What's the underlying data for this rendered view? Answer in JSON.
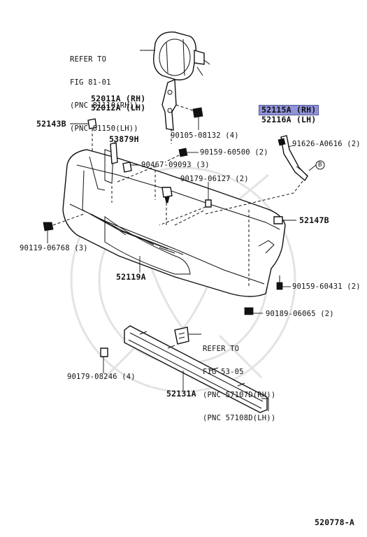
{
  "diagram": {
    "refer_top": [
      "REFER TO",
      "FIG 81-01",
      "(PNC 81110(RH))",
      "(PNC 81150(LH))"
    ],
    "refer_mid": [
      "REFER TO",
      "FIG 53-05",
      "(PNC 57107D(RH))",
      "(PNC 57108D(LH))"
    ],
    "labels": {
      "p52011A": "52011A (RH)",
      "p52012A": "52012A (LH)",
      "p52143B": "52143B",
      "p53879H": "53879H",
      "p90105": "90105-08132 (4)",
      "p90159a": "90159-60500 (2)",
      "p90467": "90467-09093 (3)",
      "p90179a": "90179-06127 (2)",
      "p90119": "90119-06768 (3)",
      "p52119A": "52119A",
      "p52115A": "52115A (RH)",
      "p52116A": "52116A (LH)",
      "p91626": "91626-A0616 (2)",
      "circle_b": "B",
      "p52147B": "52147B",
      "p90159b": "90159-60431 (2)",
      "p90189": "90189-06065 (2)",
      "p90179b": "90179-08246 (4)",
      "p52131A": "52131A",
      "figure_code": "520778-A"
    },
    "highlight_color": "#8f93d8"
  }
}
